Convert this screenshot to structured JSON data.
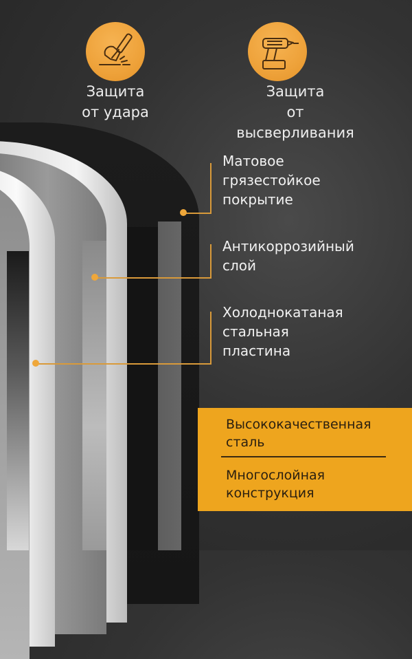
{
  "features": [
    {
      "icon": "hammer-icon",
      "line1": "Защита",
      "line2": "от удара"
    },
    {
      "icon": "drill-icon",
      "line1": "Защита",
      "line2": "от высверливания"
    }
  ],
  "layers": [
    {
      "lines": [
        "Матовое",
        "грязестойкое",
        "покрытие"
      ]
    },
    {
      "lines": [
        "Антикоррозийный",
        "слой"
      ]
    },
    {
      "lines": [
        "Холоднокатаная",
        "стальная",
        "пластина"
      ]
    }
  ],
  "highlight_box": {
    "top": [
      "Высококачественная",
      "сталь"
    ],
    "bottom": [
      "Многослойная",
      "конструкция"
    ]
  },
  "colors": {
    "accent": "#eea51e",
    "background": "#333333",
    "text": "#f1f1f1"
  }
}
